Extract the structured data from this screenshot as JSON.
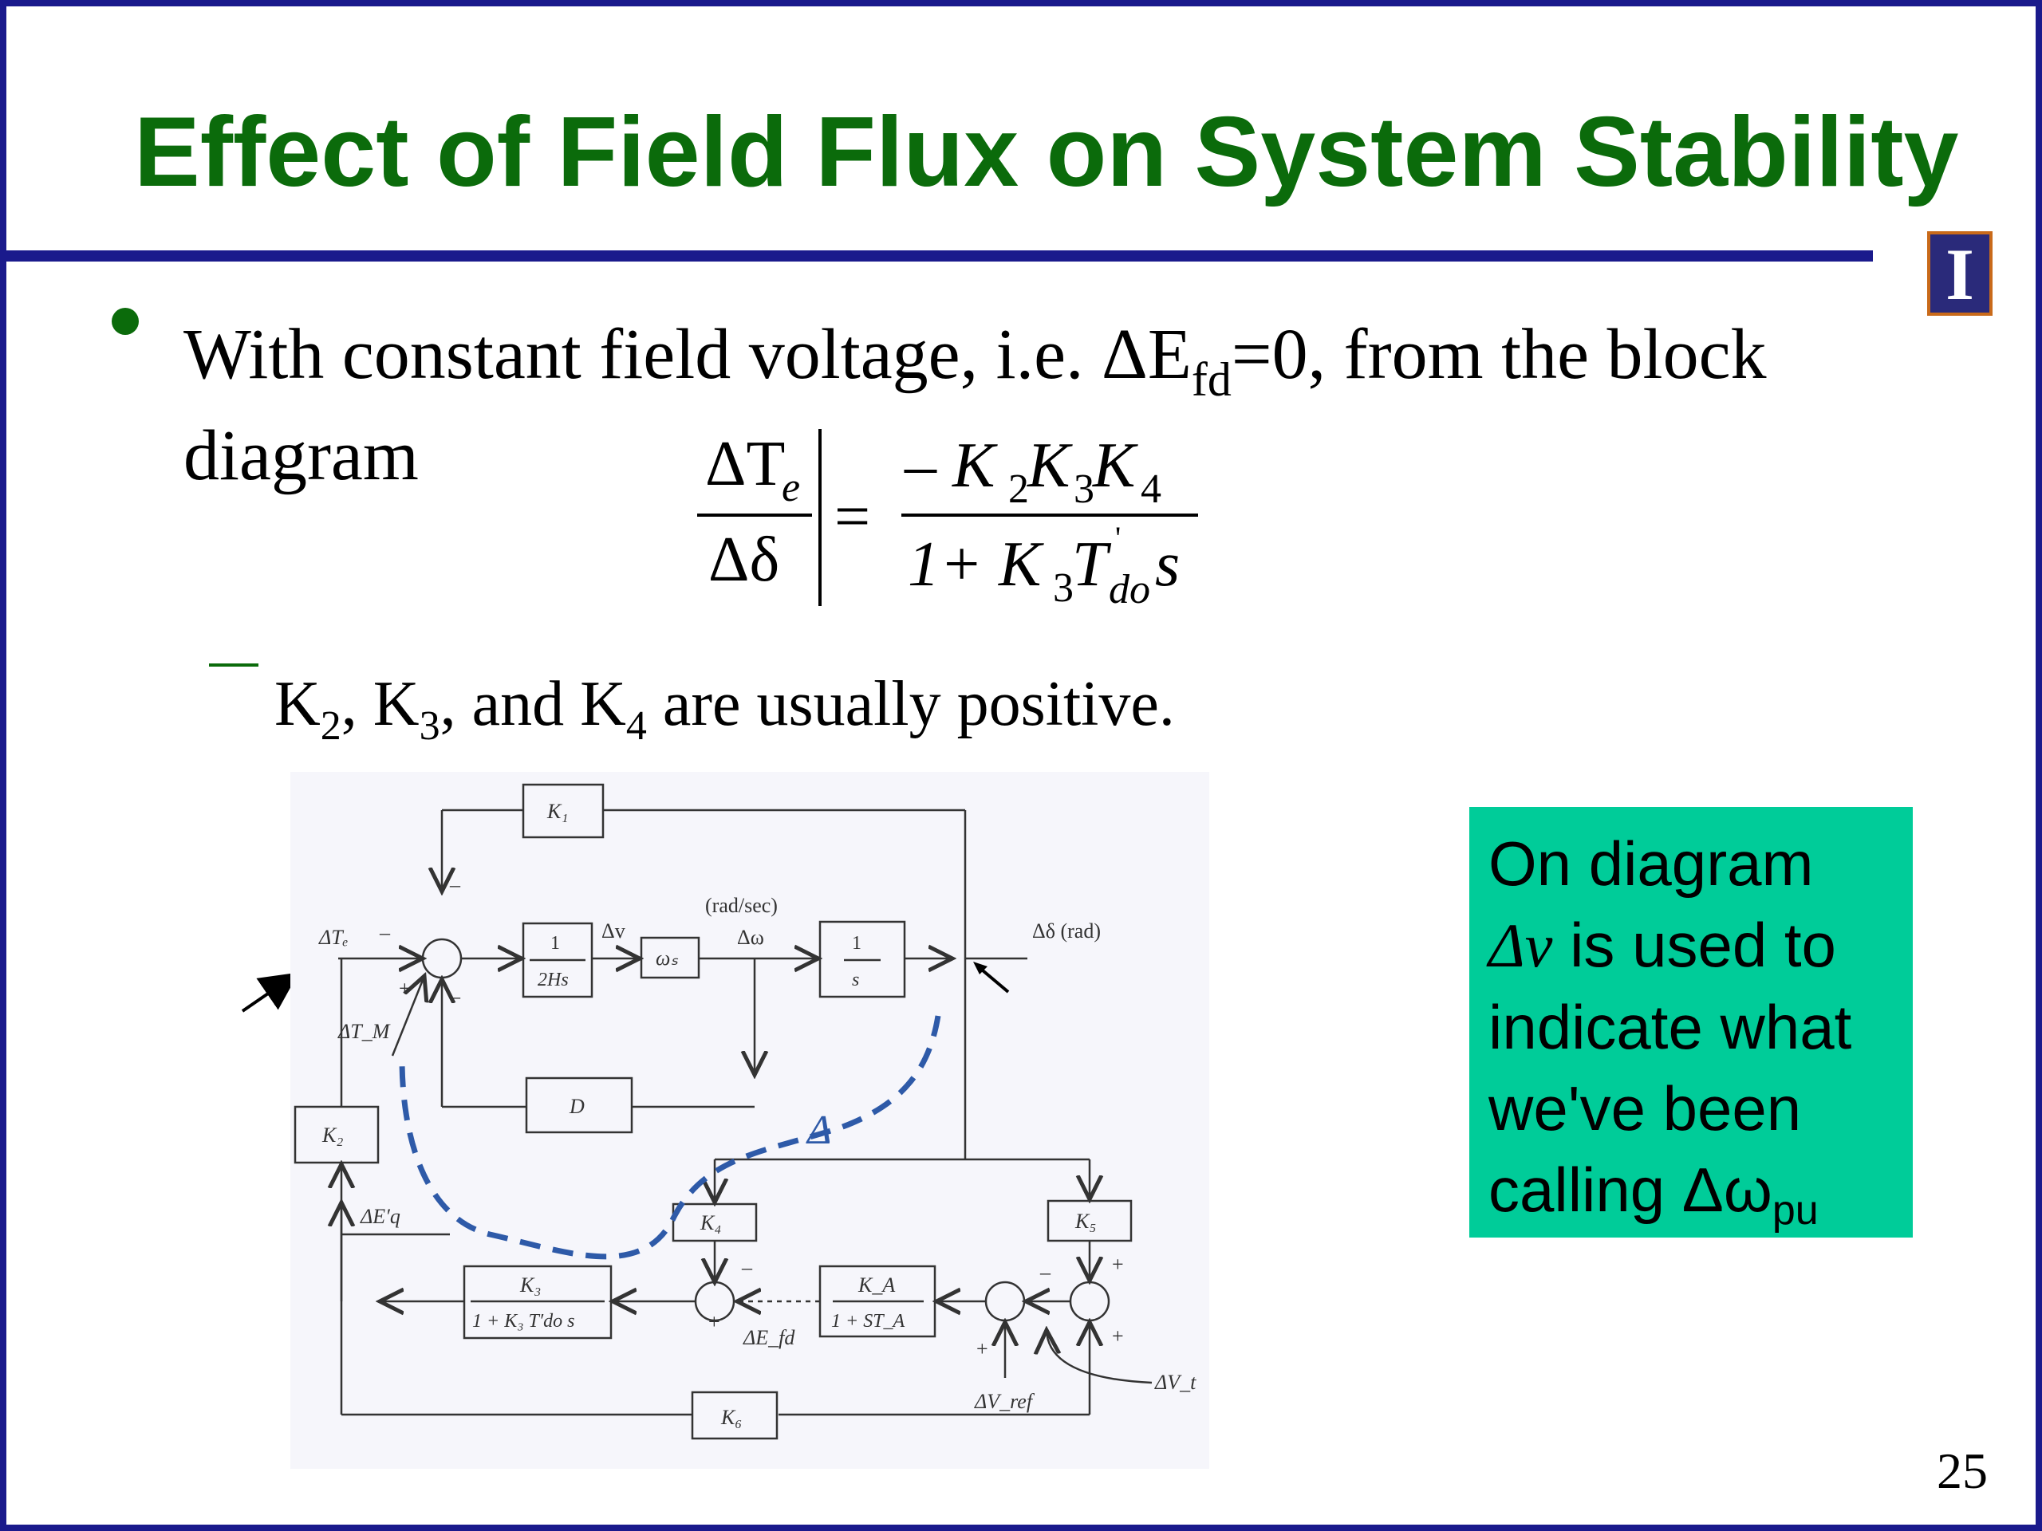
{
  "slide": {
    "title": "Effect of Field Flux on System Stability",
    "bullet1": {
      "text_a": "With constant field voltage, i.e. ΔE",
      "sub_a": "fd",
      "text_b": "=0, from the block",
      "line2": "diagram"
    },
    "formula": {
      "num_left": "ΔT",
      "num_left_sub": "e",
      "den_left": "Δδ",
      "equals": "=",
      "num_right": "– K",
      "den_right": "1+ K"
    },
    "sub_bullet": {
      "k2": "K",
      "k2_sub": "2",
      "k3": ", K",
      "k3_sub": "3",
      "k4": ", and K",
      "k4_sub": "4",
      "rest": " are usually positive."
    },
    "note": {
      "line1": "On diagram",
      "line2_sym": "Δv",
      "line2_rest": " is used to",
      "line3": "indicate what",
      "line4": "we've been",
      "line5": "calling Δω",
      "line5_sub": "pu"
    },
    "page_number": "25"
  },
  "diagram": {
    "k1": "K₁",
    "te": "ΔTₑ",
    "tm": "ΔT_M",
    "inv2hs_num": "1",
    "inv2hs_den": "2Hs",
    "dv": "Δv",
    "ws": "ωₛ",
    "rad_sec": "(rad/sec)",
    "dw": "Δω",
    "integ_num": "1",
    "integ_den": "s",
    "ddelta": "Δδ (rad)",
    "d_block": "D",
    "k2": "K₂",
    "eq": "ΔE′q",
    "k4": "K₄",
    "k5": "K₅",
    "k3_num": "K₃",
    "k3_den": "1 + K₃ T′do s",
    "ka_num": "K_A",
    "ka_den": "1 + ST_A",
    "efd": "ΔE_fd",
    "k6": "K₆",
    "vref": "ΔV_ref",
    "vt": "ΔV_t",
    "minus": "–",
    "plus": "+",
    "annot_delta": "Δ"
  },
  "colors": {
    "frame": "#1a1a8c",
    "title": "#0b6b0b",
    "note_bg": "#00cc99",
    "annotation": "#2e5aa8"
  }
}
